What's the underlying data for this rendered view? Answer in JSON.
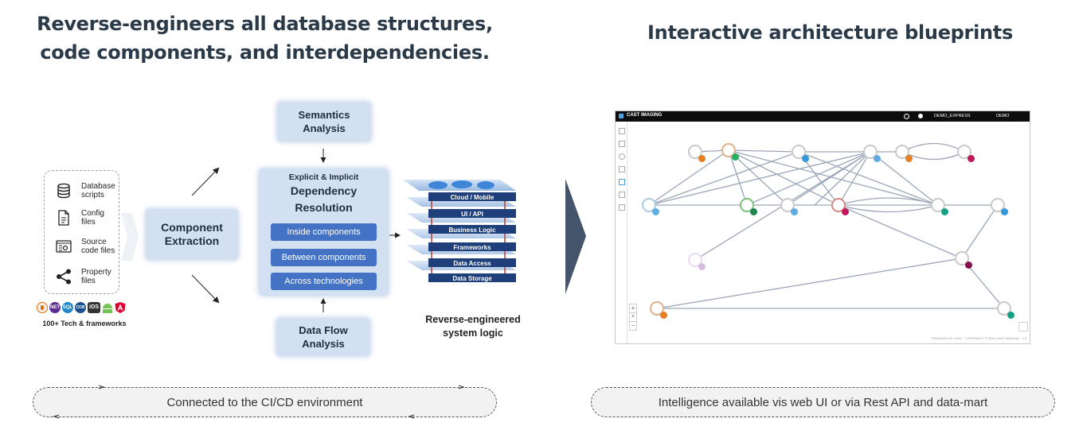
{
  "left": {
    "title_line1": "Reverse-engineers all database structures,",
    "title_line2": "code components, and interdependencies.",
    "sources": [
      {
        "label": "Database scripts",
        "icon": "database-icon"
      },
      {
        "label": "Config files",
        "icon": "file-icon"
      },
      {
        "label": "Source code files",
        "icon": "source-code-icon"
      },
      {
        "label": "Property files",
        "icon": "share-icon"
      }
    ],
    "tech_icons": [
      "java-icon",
      "dotnet-icon",
      "sql-icon",
      "cobol-icon",
      "ios-icon",
      "android-icon",
      "angular-icon"
    ],
    "tech_caption": "100+ Tech & frameworks",
    "component_extraction": "Component Extraction",
    "semantics": "Semantics Analysis",
    "data_flow": "Data Flow Analysis",
    "dependency": {
      "subtitle": "Explicit & Implicit",
      "title": "Dependency Resolution",
      "items": [
        "Inside components",
        "Between components",
        "Across technologies"
      ]
    },
    "layers": [
      "Cloud / Mobile",
      "UI / API",
      "Business Logic",
      "Frameworks",
      "Data Access",
      "Data Storage"
    ],
    "layers_caption": "Reverse-engineered system logic",
    "footer": "Connected to the CI/CD environment"
  },
  "right": {
    "title": "Interactive architecture blueprints",
    "app_name": "CAST IMAGING",
    "dropdown1": "DEMO_EXPRESS",
    "dropdown2": "DEMO",
    "status": "POWERED BY CAST · COPYRIGHT © 2020 CAST IMAGING · 2.0",
    "footer": "Intelligence available vis web UI or via Rest API and data-mart"
  },
  "colors": {
    "box_fill": "#d3e0f2",
    "pill": "#4472c4",
    "layer": "#1f3f7a",
    "chevron": "#44546a"
  }
}
